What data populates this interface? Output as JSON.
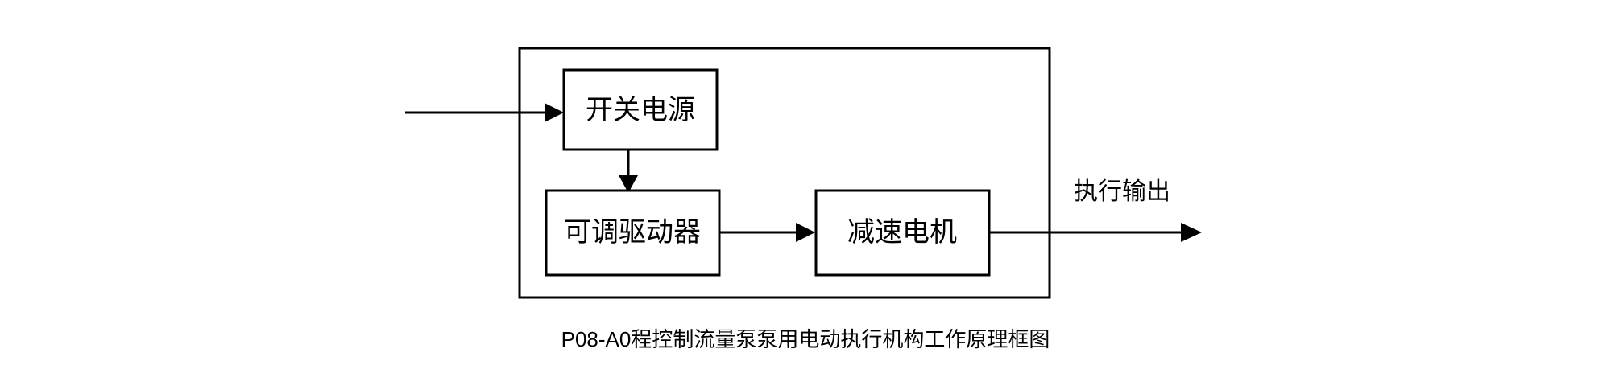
{
  "diagram": {
    "title_caption": "P08-A0程控制流量泵泵用电动执行机构工作原理框图",
    "background_color": "#ffffff",
    "line_color": "#000000",
    "fill_color": "#ffffff",
    "enclosure": {
      "name": "actuator-enclosure",
      "label": ""
    },
    "blocks": [
      {
        "id": "switching-power-supply",
        "label": "开关电源"
      },
      {
        "id": "adjustable-driver",
        "label": "可调驱动器"
      },
      {
        "id": "gear-motor",
        "label": "减速电机"
      }
    ],
    "flows": [
      {
        "id": "power-input",
        "label": "",
        "from": "external",
        "to": "switching-power-supply"
      },
      {
        "id": "supply-to-driver",
        "label": "",
        "from": "switching-power-supply",
        "to": "adjustable-driver"
      },
      {
        "id": "driver-to-motor",
        "label": "",
        "from": "adjustable-driver",
        "to": "gear-motor"
      },
      {
        "id": "actuator-output",
        "label": "执行输出",
        "from": "gear-motor",
        "to": "external"
      }
    ],
    "output_label": "执行输出"
  }
}
